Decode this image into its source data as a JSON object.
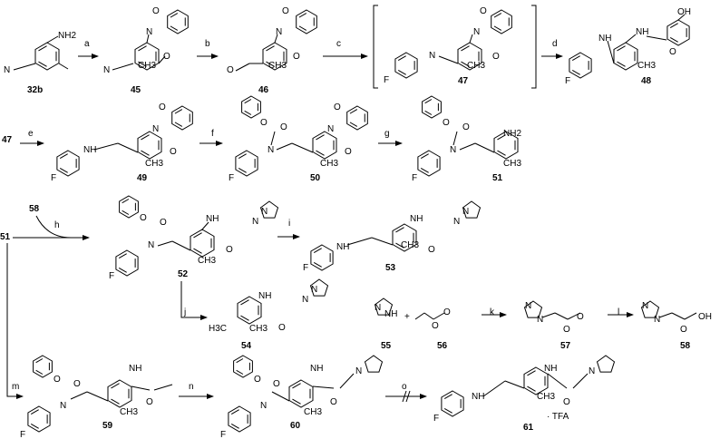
{
  "compounds": [
    {
      "id": "32b",
      "label": "32b",
      "atoms": {
        "nh2": "NH2",
        "nitrile_n": "N",
        "methyl": ""
      }
    },
    {
      "id": "45",
      "label": "45",
      "atoms": {
        "nitrile_n": "N",
        "ch3": "CH3",
        "o1": "O",
        "o2": "O",
        "n_imide": "N"
      }
    },
    {
      "id": "46",
      "label": "46",
      "atoms": {
        "o_ald": "O",
        "ch3": "CH3",
        "o1": "O",
        "o2": "O",
        "n_imide": "N"
      }
    },
    {
      "id": "47",
      "label": "47",
      "atoms": {
        "f": "F",
        "n_imine": "N",
        "ch3": "CH3",
        "o1": "O",
        "o2": "O",
        "n_imide": "N"
      }
    },
    {
      "id": "48",
      "label": "48",
      "atoms": {
        "f": "F",
        "nh1": "NH",
        "nh2": "NH",
        "ch3": "CH3",
        "o": "O",
        "oh": "OH"
      }
    },
    {
      "id": "49",
      "label": "49",
      "atoms": {
        "f": "F",
        "nh": "NH",
        "ch3": "CH3",
        "o1": "O",
        "o2": "O",
        "n_imide": "N"
      }
    },
    {
      "id": "50",
      "label": "50",
      "atoms": {
        "f": "F",
        "n": "N",
        "o1": "O",
        "o2": "O",
        "ch3": "CH3",
        "o3": "O",
        "o4": "O",
        "n_imide": "N"
      }
    },
    {
      "id": "51",
      "label": "51",
      "atoms": {
        "f": "F",
        "n": "N",
        "o1": "O",
        "o2": "O",
        "ch3": "CH3",
        "nh2": "NH2"
      }
    },
    {
      "id": "52",
      "label": "52",
      "atoms": {
        "f": "F",
        "n": "N",
        "o1": "O",
        "o2": "O",
        "ch3": "CH3",
        "nh": "NH",
        "o3": "O",
        "n1": "N",
        "n2": "N"
      }
    },
    {
      "id": "53",
      "label": "53",
      "atoms": {
        "f": "F",
        "nh": "NH",
        "ch3": "CH3",
        "nh2": "NH",
        "o": "O",
        "n1": "N",
        "n2": "N"
      }
    },
    {
      "id": "54",
      "label": "54",
      "atoms": {
        "h3c": "H3C",
        "ch3": "CH3",
        "nh": "NH",
        "o": "O",
        "n1": "N",
        "n2": "N"
      }
    },
    {
      "id": "55",
      "label": "55",
      "atoms": {
        "nh": "NH",
        "n": "N"
      }
    },
    {
      "id": "56",
      "label": "56",
      "atoms": {
        "o1": "O",
        "o2": "O"
      }
    },
    {
      "id": "57",
      "label": "57",
      "atoms": {
        "n1": "N",
        "n2": "N",
        "o1": "O",
        "o2": "O"
      }
    },
    {
      "id": "58",
      "label": "58",
      "atoms": {
        "n1": "N",
        "n2": "N",
        "o": "O",
        "oh": "OH"
      }
    },
    {
      "id": "59",
      "label": "59",
      "atoms": {
        "f": "F",
        "n": "N",
        "o1": "O",
        "o2": "O",
        "ch3": "CH3",
        "nh": "NH",
        "o3": "O"
      }
    },
    {
      "id": "60",
      "label": "60",
      "atoms": {
        "f": "F",
        "n": "N",
        "o1": "O",
        "o2": "O",
        "ch3": "CH3",
        "nh": "NH",
        "o3": "O",
        "n_pyr": "N"
      }
    },
    {
      "id": "61",
      "label": "61",
      "atoms": {
        "f": "F",
        "nh": "NH",
        "ch3": "CH3",
        "nh2": "NH",
        "o": "O",
        "n_pyr": "N",
        "tfa": "· TFA"
      }
    }
  ],
  "reagents": {
    "a": "a",
    "b": "b",
    "c": "c",
    "d": "d",
    "e": "e",
    "f": "f",
    "g": "g",
    "h": "h",
    "i": "i",
    "j": "j",
    "k": "k",
    "l": "l",
    "m": "m",
    "n": "n",
    "o": "o"
  },
  "row_starts": {
    "r2": "47",
    "r3": "51",
    "r3_reagent": "58"
  },
  "plus": "+"
}
